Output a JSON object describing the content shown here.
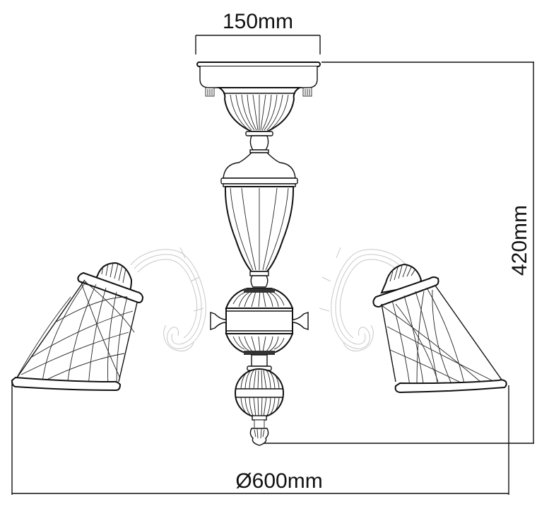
{
  "diagram": {
    "subject": "three-arm ceiling chandelier, front elevation",
    "dimensions": {
      "canopy_width": {
        "label": "150mm",
        "value": 150,
        "unit": "mm"
      },
      "height": {
        "label": "420mm",
        "value": 420,
        "unit": "mm"
      },
      "diameter": {
        "label": "Ø600mm",
        "value": 600,
        "unit": "mm",
        "symbol": "Ø"
      }
    },
    "parts": [
      "ceiling-canopy",
      "fluted-cup",
      "urn-body",
      "central-hub",
      "ball-finial",
      "acorn-drop",
      "left-arm",
      "right-arm",
      "left-shade",
      "right-shade"
    ],
    "colors": {
      "line": "#111111",
      "ghost_arm": "#c8c8c8",
      "background": "#ffffff"
    }
  }
}
